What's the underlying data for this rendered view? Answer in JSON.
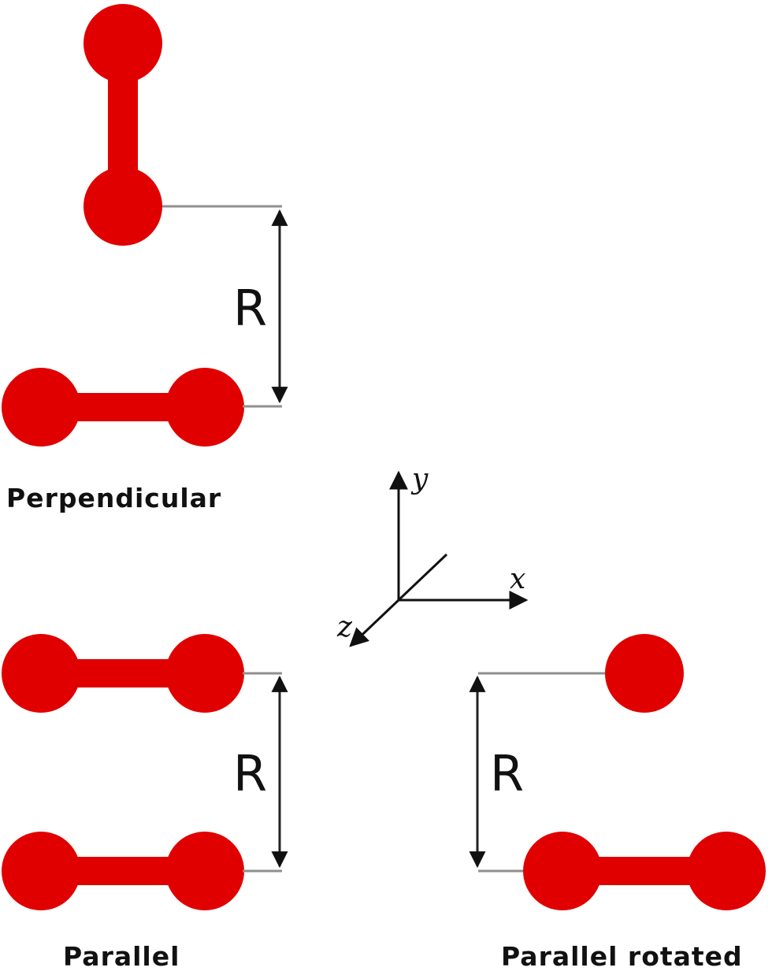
{
  "colors": {
    "atom": "#e00000",
    "guide_line": "#8f8f8f",
    "ink": "#111111"
  },
  "configurations": [
    {
      "caption": "Perpendicular",
      "separation_label": "R"
    },
    {
      "caption": "Parallel",
      "separation_label": "R"
    },
    {
      "caption": "Parallel rotated",
      "separation_label": "R"
    }
  ],
  "axes": {
    "x_label": "x",
    "y_label": "y",
    "z_label": "z"
  }
}
